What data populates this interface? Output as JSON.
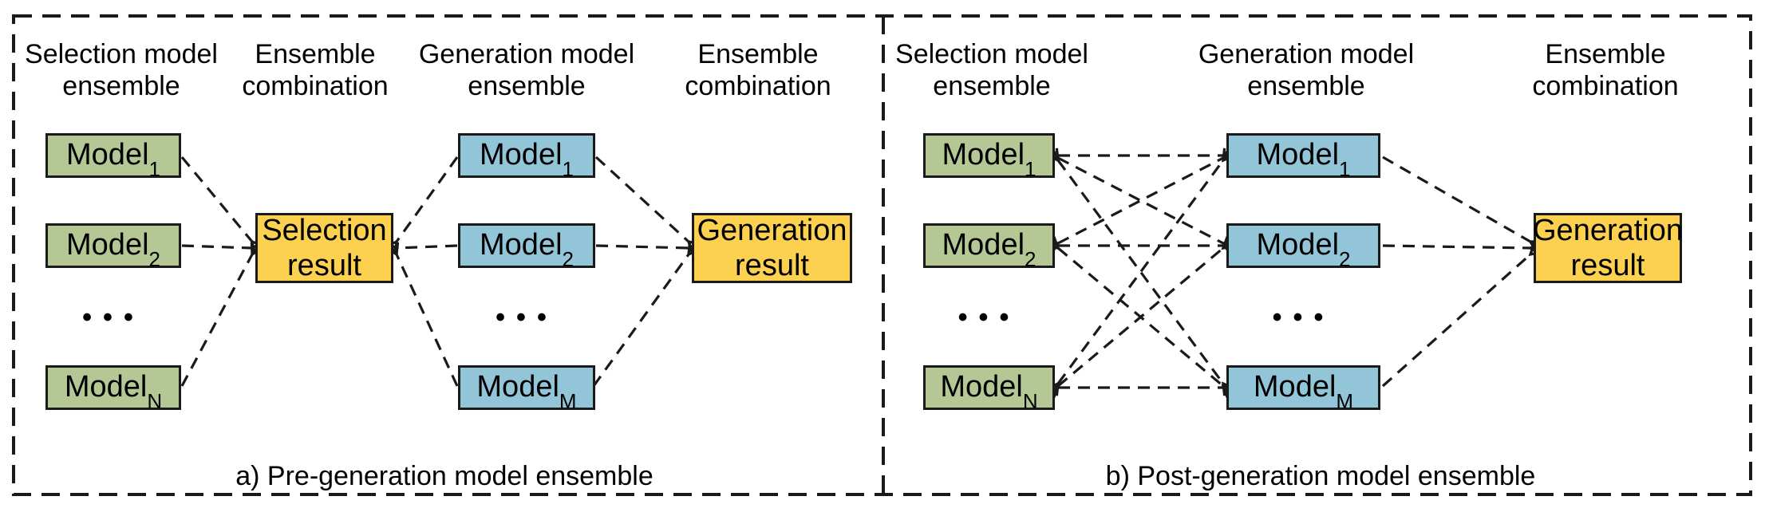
{
  "figure": {
    "colors": {
      "selection_model_fill": "#b4c794",
      "generation_model_fill": "#92c5d8",
      "result_fill": "#fcd14f",
      "box_border": "#1a1a1a",
      "dashed_line": "#1a1a1a",
      "background": "#ffffff",
      "text": "#000000"
    },
    "ellipsis": "•••",
    "panel_a": {
      "caption": "a) Pre-generation model ensemble",
      "headers": [
        {
          "line1": "Selection model",
          "line2": "ensemble"
        },
        {
          "line1": "Ensemble",
          "line2": "combination"
        },
        {
          "line1": "Generation model",
          "line2": "ensemble"
        },
        {
          "line1": "Ensemble",
          "line2": "combination"
        }
      ],
      "selection_models": [
        {
          "base": "Model",
          "sub": "1"
        },
        {
          "base": "Model",
          "sub": "2"
        },
        {
          "base": "Model",
          "sub": "N"
        }
      ],
      "generation_models": [
        {
          "base": "Model",
          "sub": "1"
        },
        {
          "base": "Model",
          "sub": "2"
        },
        {
          "base": "Model",
          "sub": "M"
        }
      ],
      "selection_result": {
        "line1": "Selection",
        "line2": "result"
      },
      "generation_result": {
        "line1": "Generation",
        "line2": "result"
      }
    },
    "panel_b": {
      "caption": "b) Post-generation model ensemble",
      "headers": [
        {
          "line1": "Selection model",
          "line2": "ensemble"
        },
        {
          "line1": "Generation model",
          "line2": "ensemble"
        },
        {
          "line1": "Ensemble",
          "line2": "combination"
        }
      ],
      "selection_models": [
        {
          "base": "Model",
          "sub": "1"
        },
        {
          "base": "Model",
          "sub": "2"
        },
        {
          "base": "Model",
          "sub": "N"
        }
      ],
      "generation_models": [
        {
          "base": "Model",
          "sub": "1"
        },
        {
          "base": "Model",
          "sub": "2"
        },
        {
          "base": "Model",
          "sub": "M"
        }
      ],
      "generation_result": {
        "line1": "Generation",
        "line2": "result"
      }
    }
  }
}
